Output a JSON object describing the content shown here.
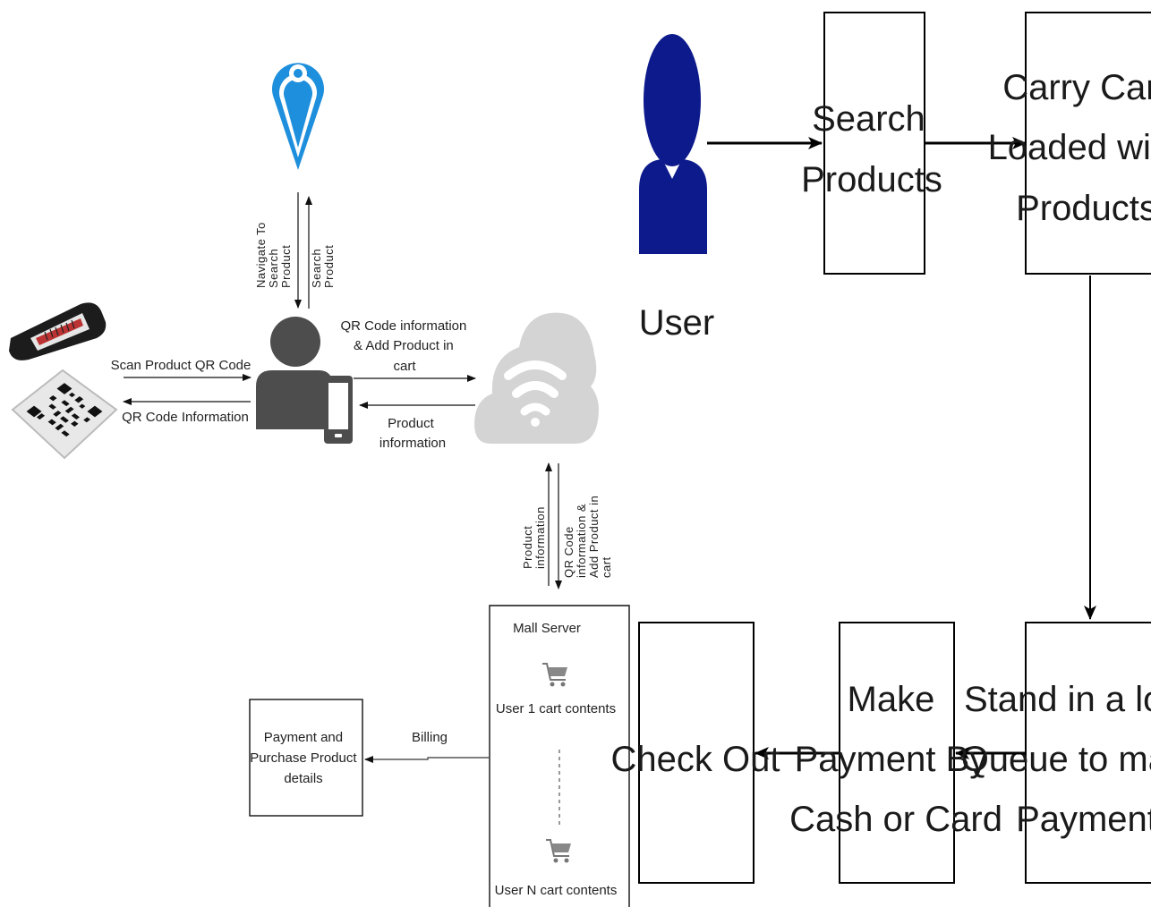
{
  "left_diagram": {
    "navigate_label": [
      "Navigate To",
      "Search",
      "Product"
    ],
    "search_label": [
      "Search",
      "Product"
    ],
    "scan_label": "Scan Product QR Code",
    "qr_info_label": "QR Code Information",
    "to_cloud_label": [
      "QR Code information",
      "& Add Product in",
      "cart"
    ],
    "from_cloud_label": [
      "Product",
      "information"
    ],
    "cloud_down_label": [
      "QR Code",
      "information &",
      "Add Product in",
      "cart"
    ],
    "cloud_up_label": [
      "Product",
      "information"
    ],
    "server_title": "Mall Server",
    "user1_cart": "User 1 cart contents",
    "userN_cart": "User N cart contents",
    "billing_label": "Billing",
    "payment_box": [
      "Payment and",
      "Purchase Product",
      "details"
    ]
  },
  "right_diagram": {
    "user_label": "User",
    "search_box": [
      "Search",
      "Products"
    ],
    "carry_box": [
      "Carry Cart",
      "Loaded with",
      "Products"
    ],
    "queue_box": [
      "Stand in a long",
      "Queue to make",
      "Payment"
    ],
    "payment_box": [
      "Make",
      "Payment By",
      "Cash or Card"
    ],
    "checkout_box": [
      "Check Out"
    ]
  },
  "colors": {
    "pin_blue": "#1e8fdc",
    "person_gray": "#4d4d4d",
    "user_navy": "#0d1a8c",
    "cloud_gray": "#d4d4d4"
  }
}
